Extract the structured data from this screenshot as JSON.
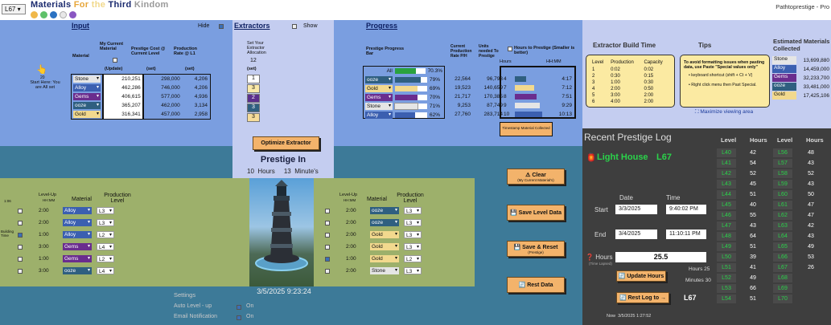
{
  "header": {
    "level_badge": "L67",
    "title_parts": [
      "Materials ",
      "For ",
      "the ",
      "Third ",
      "Kindom"
    ],
    "colors": [
      "#f0b84a",
      "#5fc16a",
      "#2b72c2",
      "#e8e8e8",
      "#8a57c2"
    ],
    "account": "Pathtoprestige - Pro"
  },
  "input": {
    "title": "Input",
    "hide_label": "Hide",
    "cols": [
      "Material",
      "My Current Material",
      "Prestige Cost @ Current Level",
      "Production Rate @ L1"
    ],
    "sub": [
      "(Update)",
      "(set)",
      "(set)"
    ],
    "start_note": "Start Here: You are All set",
    "start_count": "20",
    "rows": [
      {
        "m": "Stone",
        "c": "210,251",
        "p": "298,000",
        "r": "4,206",
        "bg": "#e5e5e5"
      },
      {
        "m": "Alloy",
        "c": "462,286",
        "p": "746,000",
        "r": "4,206",
        "bg": "#3b5fb0"
      },
      {
        "m": "Gems",
        "c": "406,615",
        "p": "577,000",
        "r": "4,936",
        "bg": "#6a2d8e"
      },
      {
        "m": "ooze",
        "c": "365,207",
        "p": "462,000",
        "r": "3,134",
        "bg": "#2f5f80"
      },
      {
        "m": "Gold",
        "c": "316,341",
        "p": "457,000",
        "r": "2,958",
        "bg": "#f2d98e"
      }
    ]
  },
  "extractors": {
    "title": "Extractors",
    "show_label": "Show",
    "desc": "Set Your Extractor Allocation",
    "count": "12",
    "set_label": "(set)",
    "values": [
      "1",
      "3",
      "2",
      "3",
      "3"
    ],
    "btn": "Optimize Extractor"
  },
  "prestige_in": {
    "title": "Prestige In",
    "hours": "10",
    "hours_label": "Hours",
    "minutes": "13",
    "minutes_label": "Minute's"
  },
  "progress": {
    "title": "Progress",
    "cols": [
      "Prestige Progress Bar",
      "Current Production Rate P/H",
      "Units needed To Prestige",
      "Hours to Prestige (Smaller is better)"
    ],
    "sub_hours": "Hours",
    "sub_hhmm": "HH:MM",
    "all_label": "All",
    "all_pct": "70.3%",
    "rows": [
      {
        "m": "ooze",
        "pct": 79,
        "rate": "22,564",
        "need": "96,793",
        "h": "4",
        "t": "4:17",
        "bg": "#2f5f80"
      },
      {
        "m": "Gold",
        "pct": 69,
        "rate": "19,523",
        "need": "140,659",
        "h": "7",
        "t": "7:12",
        "bg": "#f2d98e"
      },
      {
        "m": "Gems",
        "pct": 70,
        "rate": "21,717",
        "need": "170,385",
        "h": "8",
        "t": "7:51",
        "bg": "#6a2d8e"
      },
      {
        "m": "Stone",
        "pct": 71,
        "rate": "9,253",
        "need": "87,749",
        "h": "9",
        "t": "9:29",
        "bg": "#e5e5e5"
      },
      {
        "m": "Alloy",
        "pct": 62,
        "rate": "27,760",
        "need": "283,714",
        "h": "10",
        "t": "10:13",
        "bg": "#3b5fb0"
      }
    ],
    "timestamp_note": "Timestamp Material Collected"
  },
  "build_time": {
    "title": "Extractor Build Time",
    "cols": [
      "Level",
      "Production",
      "Capacity"
    ],
    "rows": [
      [
        "1",
        "0:02",
        "0:02"
      ],
      [
        "2",
        "0:30",
        "0:15"
      ],
      [
        "3",
        "1:00",
        "0:30"
      ],
      [
        "4",
        "2:00",
        "0:50"
      ],
      [
        "5",
        "3:00",
        "2:00"
      ],
      [
        "6",
        "4:00",
        "2:00"
      ]
    ]
  },
  "tips": {
    "title": "Tips",
    "lines": [
      "To avoid formatting issues when pasting data, use Paste \"Special values only\"",
      "keyboard shortcut (shift + Ct + V)",
      "Right click menu then Past Special."
    ],
    "maximize": "Maximize viewing area"
  },
  "estimated": {
    "title": "Estimated Materials Collected",
    "rows": [
      {
        "m": "Stone",
        "v": "13,699,880",
        "bg": "#e5e5e5"
      },
      {
        "m": "Alloy",
        "v": "14,459,000",
        "bg": "#3b5fb0"
      },
      {
        "m": "Gems",
        "v": "32,233,700",
        "bg": "#6a2d8e"
      },
      {
        "m": "ooze",
        "v": "33,481,000",
        "bg": "#2f5f80"
      },
      {
        "m": "Gold",
        "v": "17,425,106",
        "bg": "#f2d98e"
      }
    ]
  },
  "log": {
    "title": "Recent Prestige Log",
    "building": "Light House",
    "level": "L67",
    "date_label": "Date",
    "time_label": "Time",
    "start_label": "Start",
    "end_label": "End",
    "start_date": "3/3/2025",
    "start_time": "9:40:02 PM",
    "end_date": "3/4/2025",
    "end_time": "11:10:11 PM",
    "hours_label": "Hours",
    "hours_sub": "(Time Lapsed)",
    "hours_value": "25.5",
    "update_btn": "Update Hours",
    "hours_small": "Hours",
    "hours_small_v": "25",
    "min_small": "Minutes",
    "min_small_v": "30",
    "rest_btn": "Rest Log to →",
    "rest_level": "L67",
    "now_label": "Now",
    "now_value": "3/5/2025 1:27:52",
    "col_heads": [
      "Level",
      "Hours",
      "Level",
      "Hours"
    ],
    "left": [
      [
        "L40",
        "42"
      ],
      [
        "L41",
        "54"
      ],
      [
        "L42",
        "52"
      ],
      [
        "L43",
        "45"
      ],
      [
        "L44",
        "51"
      ],
      [
        "L45",
        "40"
      ],
      [
        "L46",
        "55"
      ],
      [
        "L47",
        "43"
      ],
      [
        "L48",
        "64"
      ],
      [
        "L49",
        "51"
      ],
      [
        "L50",
        "39"
      ],
      [
        "L51",
        "41"
      ],
      [
        "L52",
        "49"
      ],
      [
        "L53",
        "66"
      ],
      [
        "L54",
        "51"
      ]
    ],
    "right": [
      [
        "L56",
        "48"
      ],
      [
        "L57",
        "43"
      ],
      [
        "L58",
        "52"
      ],
      [
        "L59",
        "43"
      ],
      [
        "L60",
        "50"
      ],
      [
        "L61",
        "47"
      ],
      [
        "L62",
        "47"
      ],
      [
        "L63",
        "42"
      ],
      [
        "L64",
        "43"
      ],
      [
        "L65",
        "49"
      ],
      [
        "L66",
        "53"
      ],
      [
        "L67",
        "26"
      ],
      [
        "L68",
        ""
      ],
      [
        "L69",
        ""
      ],
      [
        "L70",
        ""
      ]
    ]
  },
  "clear_btn": "Clear",
  "clear_sub": "(My Current Material's)",
  "save_level_btn": "Save Level Data",
  "save_reset_btn": "Save & Reset",
  "save_reset_sub": "(Prestige)",
  "rest_data_btn": "Rest Data",
  "levelup": {
    "col_lu": "Level-Up",
    "col_hhmm": "HH:MM",
    "col_mat": "Material",
    "col_prod": "Production Level",
    "building_label": "Building Time",
    "hh_label": "1:06",
    "left": [
      {
        "t": "2:00",
        "m": "Alloy",
        "l": "L3",
        "bg": "#3b5fb0",
        "on": false
      },
      {
        "t": "2:00",
        "m": "Alloy",
        "l": "L3",
        "bg": "#3b5fb0",
        "on": false
      },
      {
        "t": "1:00",
        "m": "Alloy",
        "l": "L2",
        "bg": "#3b5fb0",
        "on": true
      },
      {
        "t": "3:00",
        "m": "Gems",
        "l": "L4",
        "bg": "#6a2d8e",
        "on": false
      },
      {
        "t": "1:00",
        "m": "Gems",
        "l": "L2",
        "bg": "#6a2d8e",
        "on": false
      },
      {
        "t": "3:00",
        "m": "ooze",
        "l": "L4",
        "bg": "#2f5f80",
        "on": false
      }
    ],
    "right": [
      {
        "t": "2:00",
        "m": "ooze",
        "l": "L3",
        "bg": "#2f5f80",
        "on": false
      },
      {
        "t": "2:00",
        "m": "ooze",
        "l": "L3",
        "bg": "#2f5f80",
        "on": false
      },
      {
        "t": "2:00",
        "m": "Gold",
        "l": "L3",
        "bg": "#f2d98e",
        "on": false
      },
      {
        "t": "2:00",
        "m": "Gold",
        "l": "L3",
        "bg": "#f2d98e",
        "on": false
      },
      {
        "t": "1:00",
        "m": "Gold",
        "l": "L2",
        "bg": "#f2d98e",
        "on": true
      },
      {
        "t": "2:00",
        "m": "Stone",
        "l": "L3",
        "bg": "#e5e5e5",
        "on": false
      }
    ]
  },
  "photo_caption": "3/5/2025 9:23:24",
  "settings": {
    "title": "Settings",
    "auto": "Auto Level - up",
    "email": "Email Notification",
    "on": "On"
  }
}
